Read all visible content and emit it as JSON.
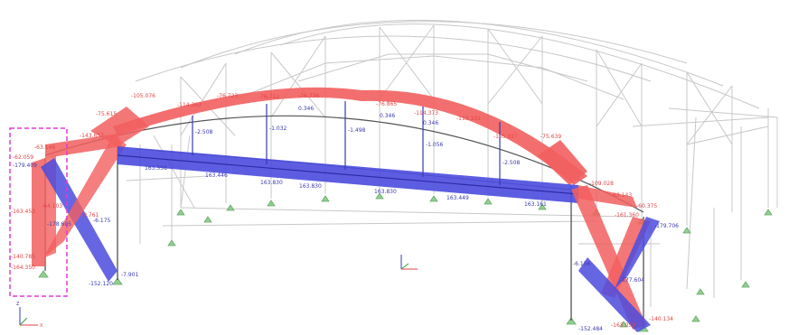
{
  "labels": {
    "arch_red": [
      "-75.615",
      "-105.076",
      "-114.363",
      "-76.723",
      "-76.712",
      "-76.736",
      "-76.865",
      "-114.373",
      "-110.101",
      "-105.027",
      "-75.639"
    ],
    "arch_blue": [
      "0.346",
      "0.346",
      "0.346"
    ],
    "beam_blue": [
      "163.558",
      "163.446",
      "163.830",
      "163.830",
      "163.830",
      "163.449",
      "163.161"
    ],
    "left_top": [
      "-63.146",
      "-62.059",
      "-143.657",
      "-179.409"
    ],
    "left_mid": [
      "-163.453",
      "-64.103",
      "-178.605",
      "-0.761",
      "-6.175"
    ],
    "left_bottom": [
      "-140.785",
      "-164.350",
      "-152.120",
      "-7.901"
    ],
    "right_top": [
      "-109.028",
      "-63.143",
      "-60.375"
    ],
    "right_mid": [
      "-161.360",
      "-179.706",
      "-6.156",
      "-177.604"
    ],
    "right_bottom": [
      "-152.484",
      "-163.059",
      "-140.134"
    ],
    "verticals": [
      "-2.508",
      "-1.032",
      "-1.498",
      "-1.056",
      "-2.508"
    ]
  },
  "colors": {
    "compression_red": "#f25f5f",
    "tension_blue": "#4b4bde",
    "wireframe": "#c8c8c8",
    "support": "#8fd08f",
    "selection": "#e23ad6"
  },
  "axis": {
    "z": "Z",
    "x": "X"
  }
}
